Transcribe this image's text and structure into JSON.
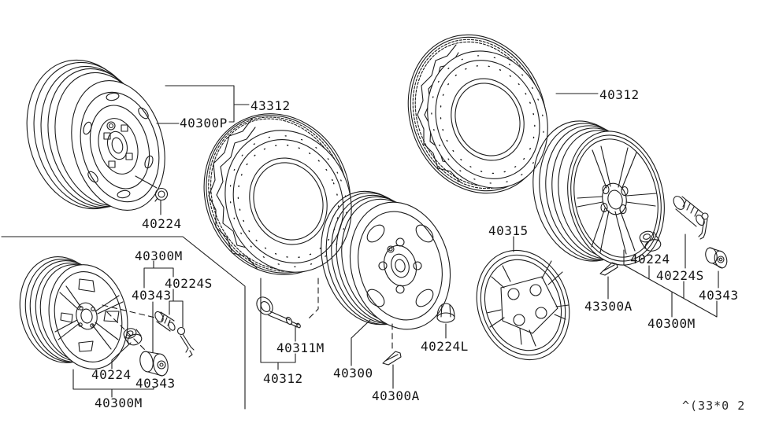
{
  "diagram": {
    "type": "parts-diagram",
    "subject": "road wheel and tire",
    "background_color": "#ffffff",
    "line_color": "#1c1c1c",
    "diagram_code": "^(33*0 2"
  },
  "labels": [
    {
      "id": "spare-assembly",
      "part_no": "43312"
    },
    {
      "id": "spare-wheel",
      "part_no": "40300P"
    },
    {
      "id": "spare-lug-nut",
      "part_no": "40224"
    },
    {
      "id": "tire-top-right",
      "part_no": "40312"
    },
    {
      "id": "alloy-left-assembly-top",
      "part_no": "40300M"
    },
    {
      "id": "alloy-left-lock-set",
      "part_no": "40224S"
    },
    {
      "id": "alloy-left-cap-top",
      "part_no": "40343"
    },
    {
      "id": "alloy-left-lug-nut",
      "part_no": "40224"
    },
    {
      "id": "alloy-left-cap-bottom",
      "part_no": "40343"
    },
    {
      "id": "alloy-left-assembly-bottom",
      "part_no": "40300M"
    },
    {
      "id": "valve-stem",
      "part_no": "40311M"
    },
    {
      "id": "tire-center",
      "part_no": "40312"
    },
    {
      "id": "steel-wheel",
      "part_no": "40300"
    },
    {
      "id": "balance-weight-center",
      "part_no": "40300A"
    },
    {
      "id": "steel-lug-nut",
      "part_no": "40224L"
    },
    {
      "id": "wheel-cover",
      "part_no": "40315"
    },
    {
      "id": "alloy-right-lug-nut",
      "part_no": "40224"
    },
    {
      "id": "alloy-right-lock-set",
      "part_no": "40224S"
    },
    {
      "id": "alloy-right-cap",
      "part_no": "40343"
    },
    {
      "id": "alloy-right-assembly",
      "part_no": "40300M"
    },
    {
      "id": "balance-weight-right",
      "part_no": "43300A"
    }
  ]
}
